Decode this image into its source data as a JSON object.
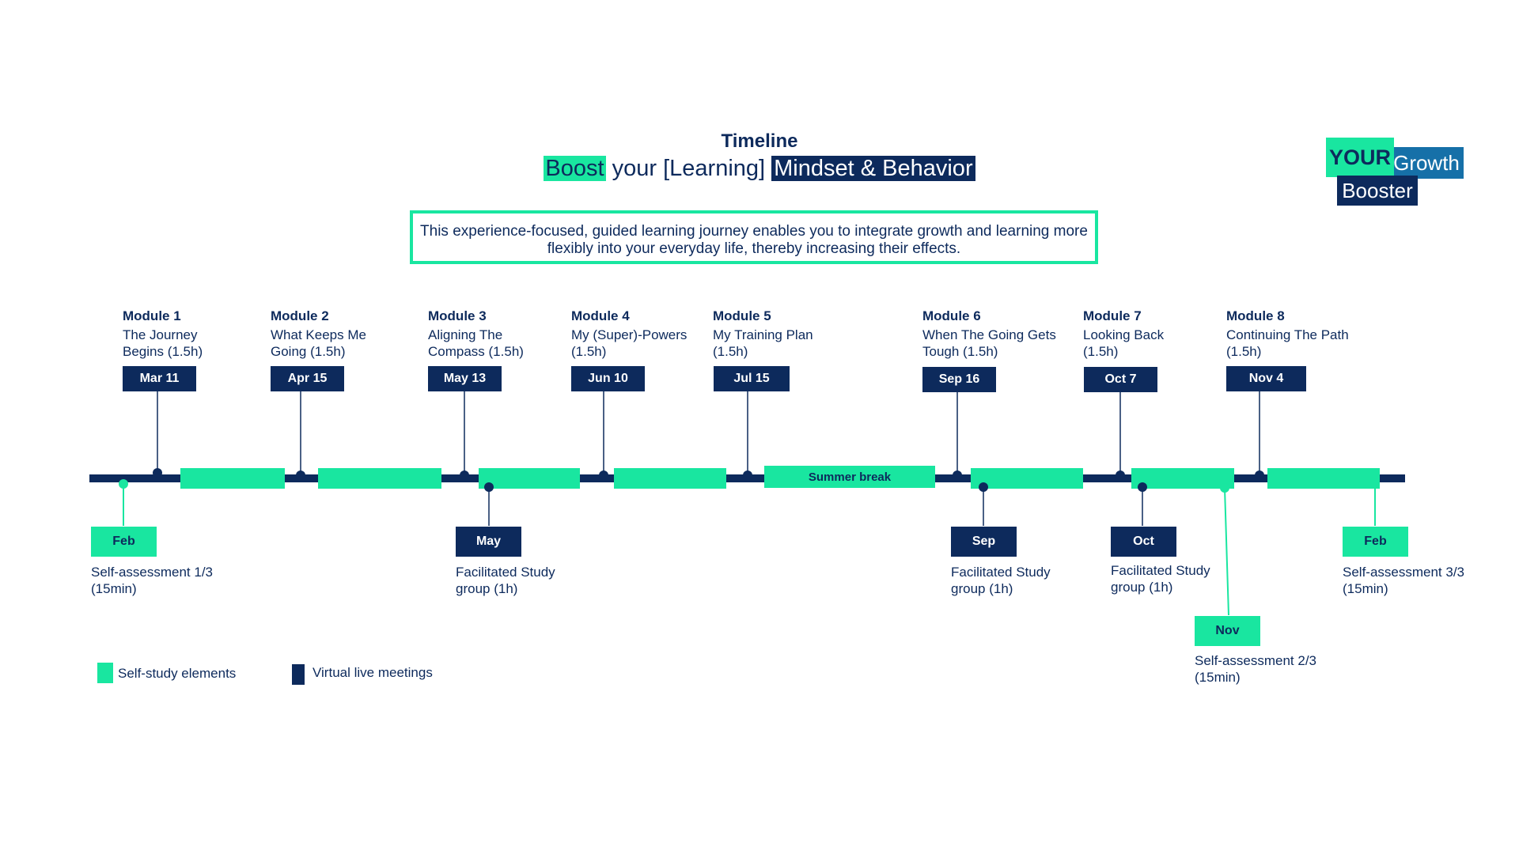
{
  "header": {
    "title": "Timeline",
    "subtitle_part1": "Boost",
    "subtitle_part2": " your [Learning] ",
    "subtitle_part3": "Mindset & Behavior"
  },
  "description": "This experience-focused, guided learning journey enables you to integrate growth and learning more flexibly into your everyday life, thereby increasing their effects.",
  "logo": {
    "line1": "YOUR",
    "line2": "Growth",
    "line3": "Booster"
  },
  "modules": [
    {
      "title": "Module 1",
      "subtitle": "The Journey\nBegins (1.5h)",
      "date": "Mar 11"
    },
    {
      "title": "Module 2",
      "subtitle": "What Keeps Me\nGoing (1.5h)",
      "date": "Apr 15"
    },
    {
      "title": "Module 3",
      "subtitle": "Aligning The\nCompass (1.5h)",
      "date": "May 13"
    },
    {
      "title": "Module 4",
      "subtitle": "My (Super)-Powers\n(1.5h)",
      "date": "Jun 10"
    },
    {
      "title": "Module 5",
      "subtitle": "My Training Plan\n(1.5h)",
      "date": "Jul 15"
    },
    {
      "title": "Module 6",
      "subtitle": "When The Going Gets\nTough (1.5h)",
      "date": "Sep 16"
    },
    {
      "title": "Module 7",
      "subtitle": "Looking Back\n(1.5h)",
      "date": "Oct 7"
    },
    {
      "title": "Module 8",
      "subtitle": "Continuing The Path\n(1.5h)",
      "date": "Nov 4"
    }
  ],
  "summer_break": "Summer break",
  "self_assessments": [
    {
      "month": "Feb",
      "label": "Self-assessment 1/3\n(15min)"
    },
    {
      "month": "Nov",
      "label": "Self-assessment 2/3\n(15min)"
    },
    {
      "month": "Feb",
      "label": "Self-assessment 3/3\n(15min)"
    }
  ],
  "study_groups": [
    {
      "month": "May",
      "label": "Facilitated Study\ngroup (1h)"
    },
    {
      "month": "Sep",
      "label": "Facilitated Study\ngroup (1h)"
    },
    {
      "month": "Oct",
      "label": "Facilitated Study\ngroup (1h)"
    }
  ],
  "legend": {
    "self_study": "Self-study elements",
    "virtual_live": "Virtual live meetings"
  },
  "colors": {
    "navy": "#0d2a5c",
    "green": "#19e6a0",
    "blue": "#1670a8"
  }
}
